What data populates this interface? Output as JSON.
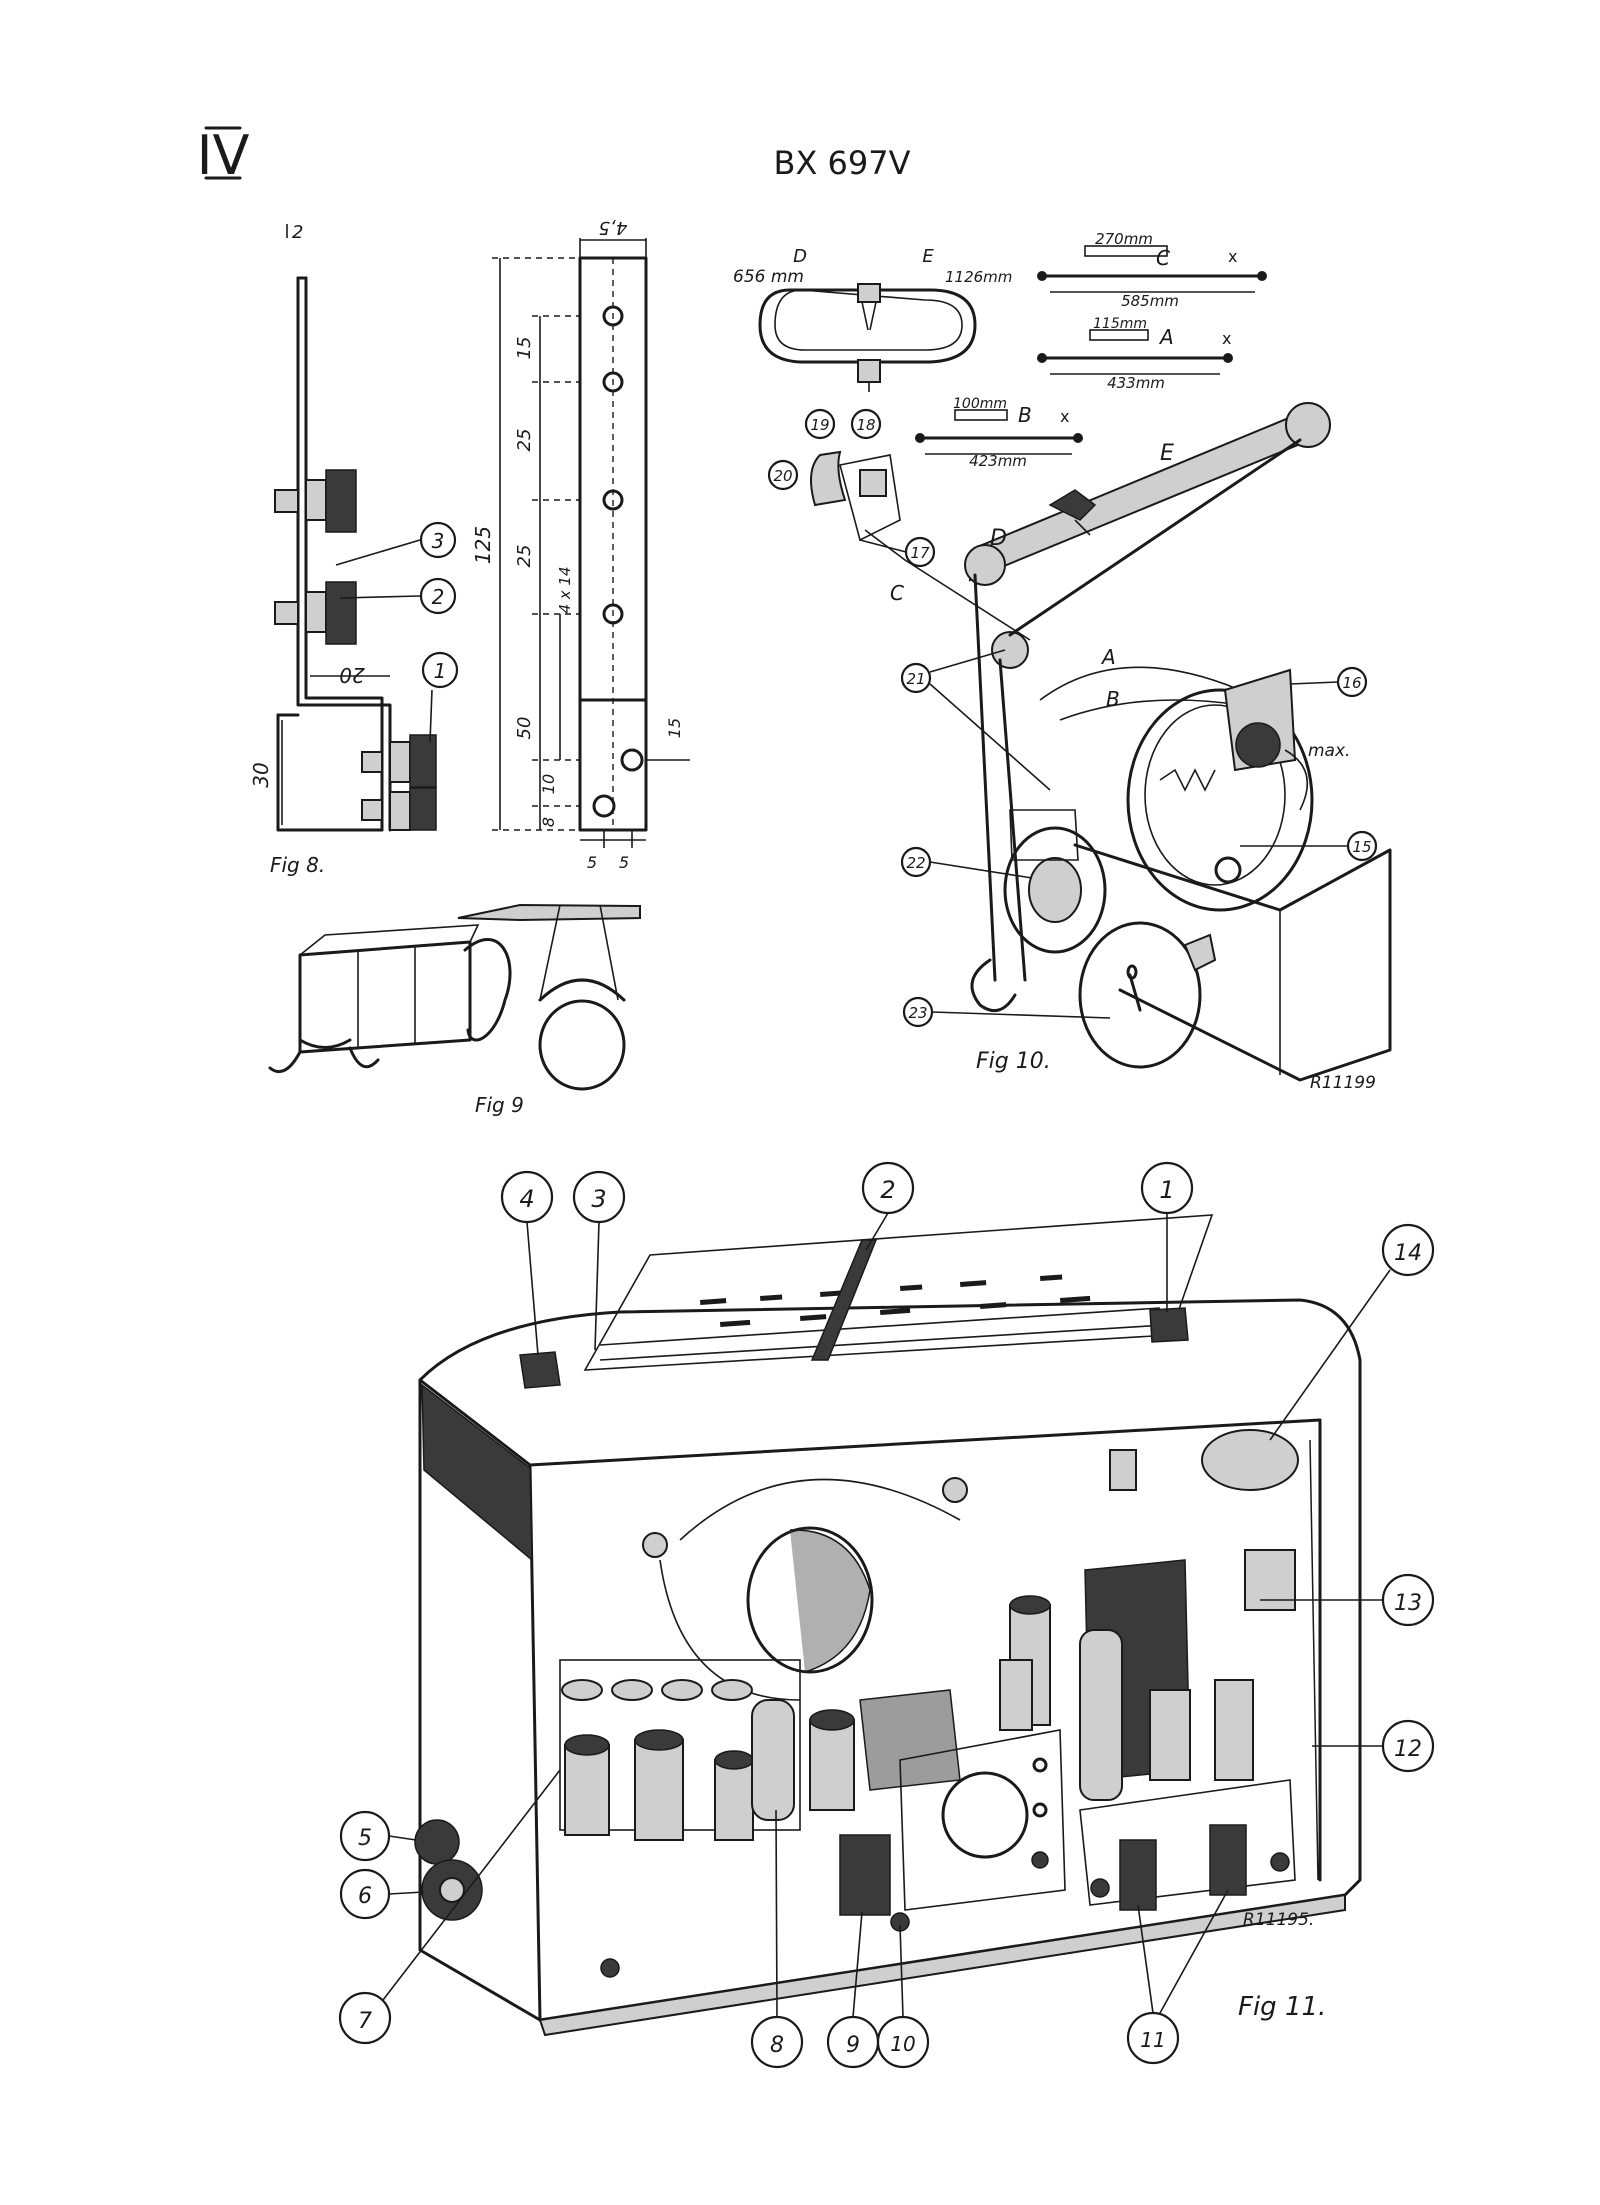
{
  "page": {
    "roman_numeral": "IV",
    "title": "BX 697V"
  },
  "figures": {
    "fig8": {
      "caption": "Fig 8.",
      "top_mark": "2",
      "callouts": [
        "1",
        "2",
        "3"
      ],
      "dimensions": [
        "20",
        "30",
        "125",
        "15",
        "25",
        "25",
        "50",
        "10",
        "8",
        "4 x 14",
        "4,5",
        "15",
        "5",
        "5"
      ]
    },
    "fig9": {
      "caption": "Fig 9"
    },
    "fig10": {
      "caption": "Fig 10.",
      "ref": "R11199",
      "belt_labels": [
        "A",
        "B",
        "C",
        "D",
        "E"
      ],
      "cord_D_length": "656 mm",
      "cord_E_length": "1126mm",
      "cords": [
        {
          "label": "C",
          "inner": "270mm",
          "outer": "585mm"
        },
        {
          "label": "A",
          "inner": "115mm",
          "outer": "433mm"
        },
        {
          "label": "B",
          "inner": "100mm",
          "outer": "423mm"
        }
      ],
      "max_label": "max.",
      "callouts": [
        "15",
        "16",
        "17",
        "18",
        "19",
        "20",
        "21",
        "22",
        "23"
      ]
    },
    "fig11": {
      "caption": "Fig 11.",
      "ref": "R11195.",
      "callouts": [
        "1",
        "2",
        "3",
        "4",
        "5",
        "6",
        "7",
        "8",
        "9",
        "10",
        "11",
        "12",
        "13",
        "14"
      ]
    }
  }
}
